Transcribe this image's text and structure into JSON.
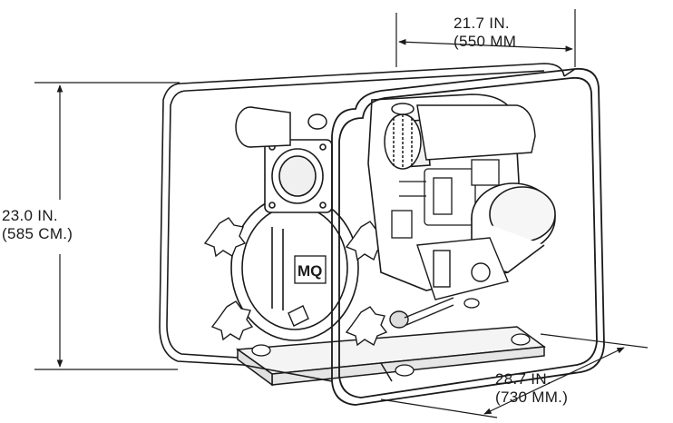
{
  "dimensions": {
    "width": {
      "line1": "21.7 IN.",
      "line2": "(550 MM"
    },
    "height": {
      "line1": "23.0 IN.",
      "line2": "(585 CM.)"
    },
    "depth": {
      "line1": "28.7 IN.",
      "line2": "(730 MM.)"
    }
  },
  "colors": {
    "line": "#1a1a1a",
    "background": "#ffffff",
    "frame_fill": "#f4f4f4"
  },
  "logo": {
    "text": "MQ"
  }
}
